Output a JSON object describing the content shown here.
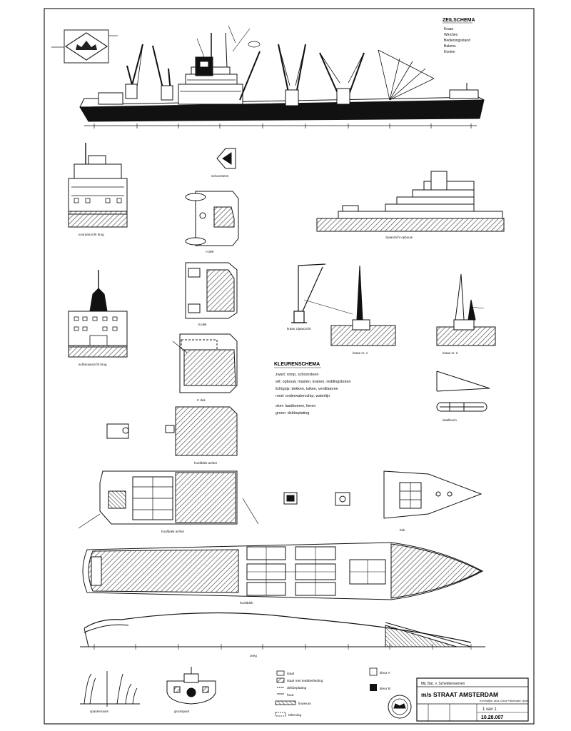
{
  "sheet": {
    "ship_title": "m/s STRAAT AMSTERDAM",
    "builder": "Mij. Bar. v. Scheldenwerven",
    "subtitle": "Koninklijke Java-China Paketvaart Lijnen",
    "sheet_of": "1 van 1",
    "drawing_number": "10.28.007"
  },
  "sail_plan": {
    "heading": "ZEILSCHEMA",
    "lines": [
      "Kraan",
      "Winches",
      "Bedieningsstand",
      "Bakens",
      "Kooien"
    ]
  },
  "paint_scheme": {
    "heading": "KLEURENSCHEMA",
    "lines": [
      "zwart: romp, schoorsteen",
      "wit: opbouw, masten, kranen, reddingsboten",
      "lichtgrijs: dekken, luiken, ventilatoren",
      "rood: onderwaterschip, waterlijn",
      "oker: laadbomen, lieren",
      "groen: dekbeplating"
    ]
  },
  "legend": {
    "items": [
      "staal",
      "staal met teakbekleding",
      "dekbeplating",
      "hout",
      "linoleum",
      "tekening"
    ],
    "symbols": [
      "kleur A",
      "kleur B"
    ]
  },
  "view_labels": {
    "front_elevation": "vooraanzicht brug",
    "rear_elevation": "achteraanzicht brug",
    "side_superstructure": "zijaanzicht opbouw",
    "funnel_view": "schoorsteen",
    "crane_side": "kraan zijaanzicht",
    "crane_front_a": "kraan nr. 1",
    "crane_front_b": "kraan nr. 2",
    "boom_detail": "laadboom",
    "deck_a": "A dek",
    "deck_b": "B dek",
    "deck_c": "C dek",
    "main_deck_aft": "hoofddek achter",
    "forecastle": "bak",
    "main_deck": "hoofddek",
    "sheer_profile": "zeeg",
    "body_plan": "spantenraam",
    "midship_section": "grootspant"
  },
  "colors": {
    "ink": "#111111",
    "hatch": "#555555",
    "paper": "#ffffff"
  }
}
